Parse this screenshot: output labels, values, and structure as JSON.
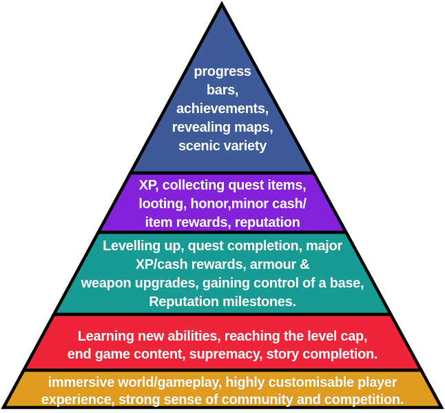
{
  "diagram": {
    "kind": "pyramid",
    "outline_color": "#000000",
    "background_color": "#ffffff",
    "text_color": "#ffffff"
  },
  "levels": [
    {
      "position": "top",
      "color": "#3d5b99",
      "text": "progress\nbars,\nachievements,\nrevealing maps,\nscenic variety"
    },
    {
      "position": "second",
      "color": "#8621db",
      "text": "XP, collecting quest items,\nlooting, honor,minor cash/\nitem rewards, reputation"
    },
    {
      "position": "middle",
      "color": "#189b94",
      "text": "Levelling up, quest completion, major\nXP/cash rewards, armour &\nweapon upgrades, gaining control of a base,\nReputation milestones."
    },
    {
      "position": "fourth",
      "color": "#ee2438",
      "text": "Learning new abilities, reaching the level cap,\nend game content, supremacy, story completion."
    },
    {
      "position": "bottom",
      "color": "#e09c1f",
      "text": "immersive world/gameplay, highly customisable player\nexperience, strong sense of community and competition."
    }
  ]
}
